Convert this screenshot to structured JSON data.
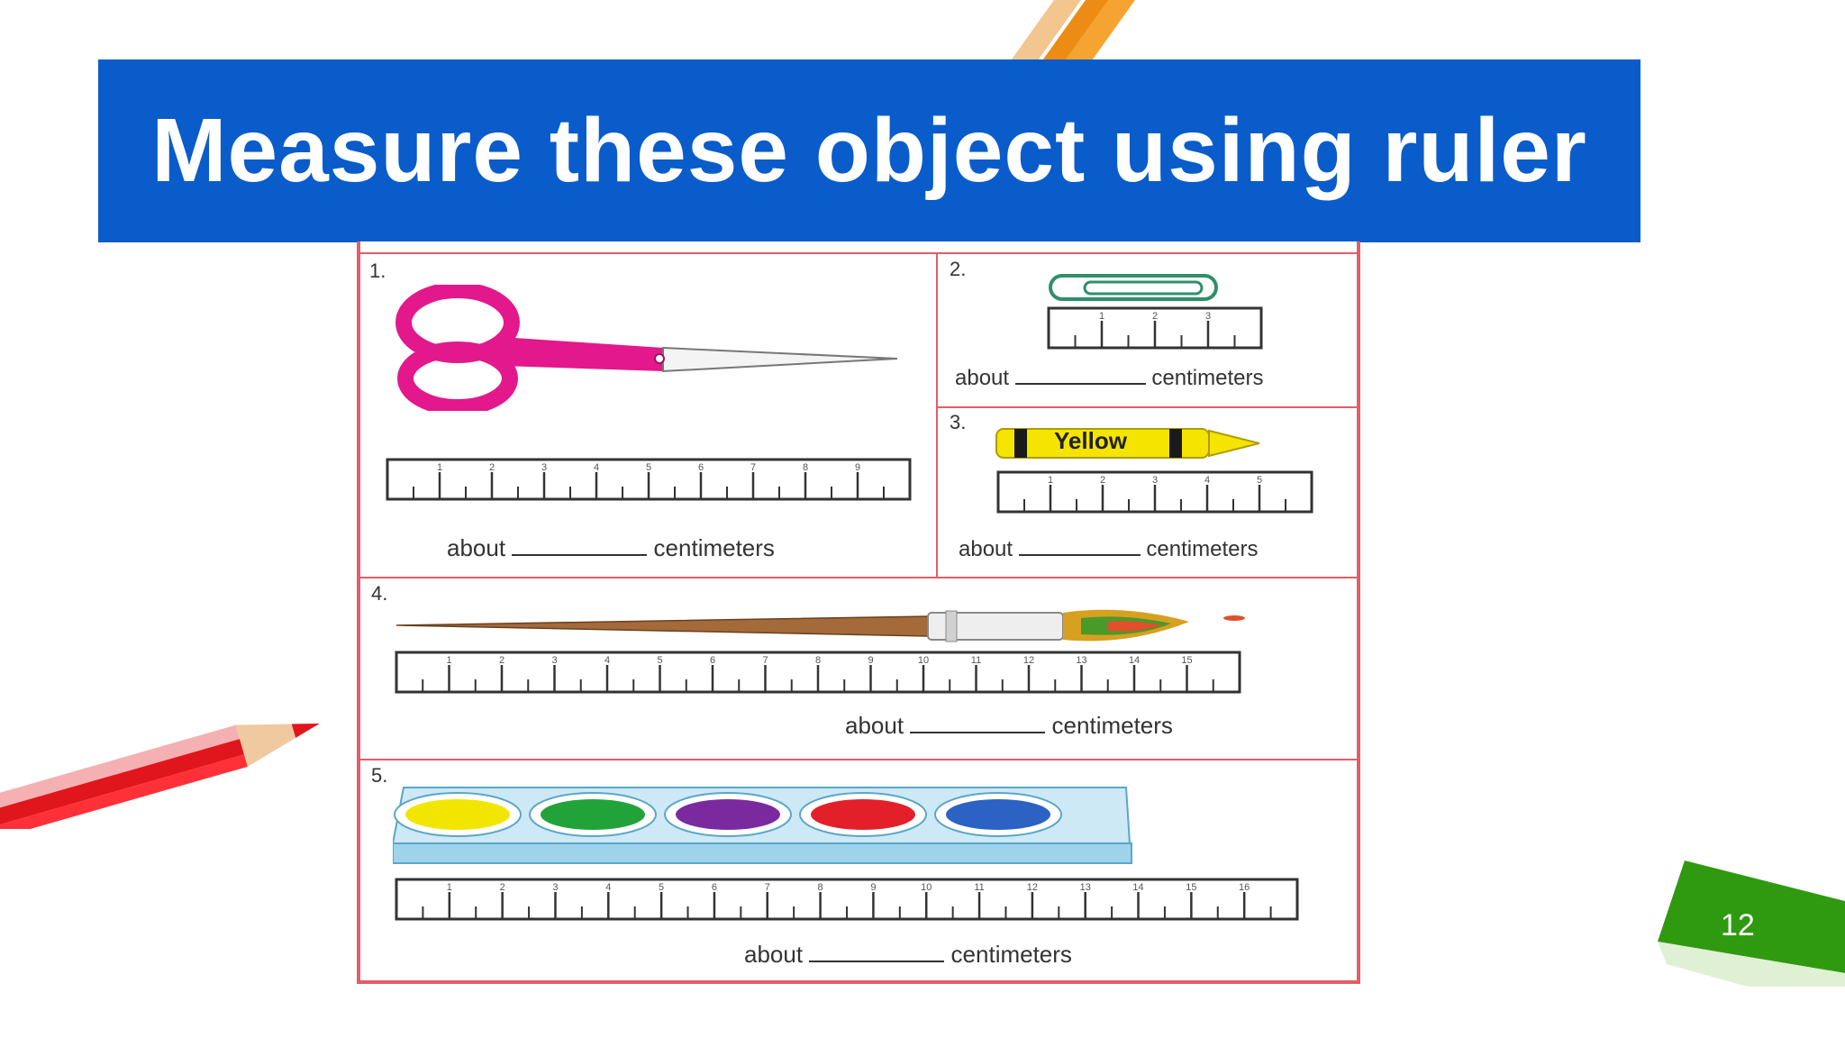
{
  "slide": {
    "title": "Measure these object using ruler",
    "page_number": "12"
  },
  "worksheet": {
    "items": [
      {
        "number": "1.",
        "about": "about",
        "unit": "centimeters",
        "ruler_labels": [
          "1",
          "2",
          "3",
          "4",
          "5",
          "6",
          "7",
          "8",
          "9"
        ]
      },
      {
        "number": "2.",
        "about": "about",
        "unit": "centimeters",
        "ruler_labels": [
          "1",
          "2",
          "3"
        ]
      },
      {
        "number": "3.",
        "about": "about",
        "unit": "centimeters",
        "crayon_label": "Yellow",
        "ruler_labels": [
          "1",
          "2",
          "3",
          "4",
          "5"
        ]
      },
      {
        "number": "4.",
        "about": "about",
        "unit": "centimeters",
        "ruler_labels": [
          "1",
          "2",
          "3",
          "4",
          "5",
          "6",
          "7",
          "8",
          "9",
          "10",
          "11",
          "12",
          "13",
          "14",
          "15"
        ]
      },
      {
        "number": "5.",
        "about": "about",
        "unit": "centimeters",
        "ruler_labels": [
          "1",
          "2",
          "3",
          "4",
          "5",
          "6",
          "7",
          "8",
          "9",
          "10",
          "11",
          "12",
          "13",
          "14",
          "15",
          "16"
        ]
      }
    ]
  },
  "colors": {
    "banner": "#0a5ccb",
    "worksheet_border": "#e35d6a",
    "scissors": "#e3188c",
    "crayon": "#f5e400",
    "paint_colors": [
      "#f2e600",
      "#22a33a",
      "#7a2a9e",
      "#e3202a",
      "#2b62c4"
    ],
    "pencil": "#e0161c",
    "badge": "#2f9a10"
  }
}
